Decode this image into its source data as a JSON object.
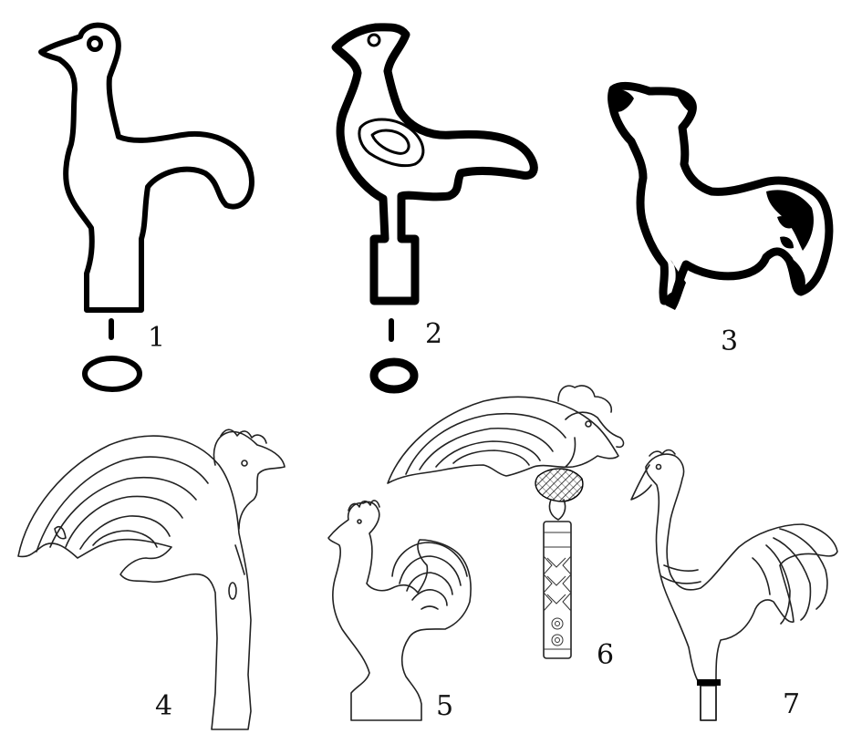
{
  "figures": [
    {
      "id": "fig-1",
      "label": "1"
    },
    {
      "id": "fig-2",
      "label": "2"
    },
    {
      "id": "fig-3",
      "label": "3"
    },
    {
      "id": "fig-4",
      "label": "4"
    },
    {
      "id": "fig-5",
      "label": "5"
    },
    {
      "id": "fig-6",
      "label": "6"
    },
    {
      "id": "fig-7",
      "label": "7"
    }
  ],
  "colors": {
    "ink": "#000000",
    "paper": "#ffffff"
  }
}
